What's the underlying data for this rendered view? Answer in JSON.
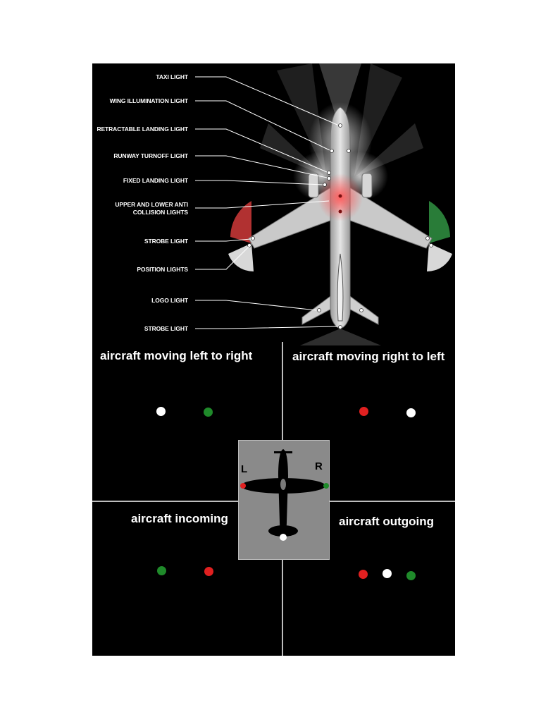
{
  "top_diagram": {
    "labels": {
      "taxi": "TAXI LIGHT",
      "wing_illumination": "WING ILLUMINATION LIGHT",
      "retractable_landing": "RETRACTABLE LANDING LIGHT",
      "runway_turnoff": "RUNWAY TURNOFF LIGHT",
      "fixed_landing": "FIXED LANDING LIGHT",
      "anti_collision": "UPPER AND LOWER ANTI\nCOLLISION LIGHTS",
      "strobe_wing": "STROBE LIGHT",
      "position": "POSITION LIGHTS",
      "logo": "LOGO LIGHT",
      "strobe_tail": "STROBE LIGHT"
    }
  },
  "quadrants": {
    "left_to_right": {
      "title": "aircraft moving left to right",
      "lights": [
        "white",
        "green"
      ]
    },
    "right_to_left": {
      "title": "aircraft moving right to left",
      "lights": [
        "red",
        "white"
      ]
    },
    "incoming": {
      "title": "aircraft incoming",
      "lights": [
        "green",
        "red"
      ]
    },
    "outgoing": {
      "title": "aircraft outgoing",
      "lights": [
        "red",
        "white",
        "green"
      ]
    }
  },
  "legend_plane": {
    "left_label": "L",
    "right_label": "R"
  },
  "colors": {
    "red": "#e02020",
    "green": "#1f8a2a",
    "white": "#ffffff",
    "legend_bg": "#8a8a8a",
    "divider": "#bdbdbd"
  }
}
